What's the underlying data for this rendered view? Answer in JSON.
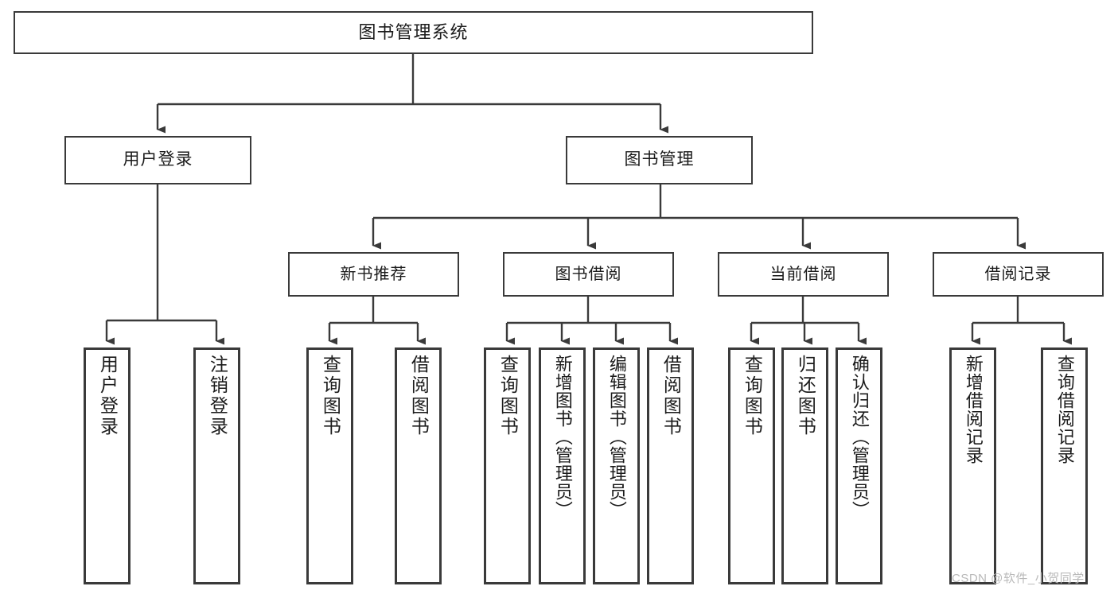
{
  "diagram": {
    "title": "图书管理系统",
    "type": "tree-hierarchy",
    "root": {
      "label": "图书管理系统"
    },
    "level2": [
      {
        "label": "用户登录"
      },
      {
        "label": "图书管理"
      }
    ],
    "level3": [
      {
        "label": "新书推荐"
      },
      {
        "label": "图书借阅"
      },
      {
        "label": "当前借阅"
      },
      {
        "label": "借阅记录"
      }
    ],
    "leaves": {
      "user_login": [
        {
          "label": "用户登录"
        },
        {
          "label": "注销登录"
        }
      ],
      "new_book_recommend": [
        {
          "label": "查询图书"
        },
        {
          "label": "借阅图书"
        }
      ],
      "book_borrow": [
        {
          "label": "查询图书"
        },
        {
          "label": "新增图书（管理员）"
        },
        {
          "label": "编辑图书（管理员）"
        },
        {
          "label": "借阅图书"
        }
      ],
      "current_borrow": [
        {
          "label": "查询图书"
        },
        {
          "label": "归还图书"
        },
        {
          "label": "确认归还（管理员）"
        }
      ],
      "borrow_record": [
        {
          "label": "新增借阅记录"
        },
        {
          "label": "查询借阅记录"
        }
      ]
    }
  },
  "watermark": {
    "text": "CSDN @软件_小贺同学"
  },
  "colors": {
    "box_border": "#3a3a3a",
    "box_fill": "#ffffff",
    "text": "#1b1b1b",
    "edge": "#3a3a3a",
    "watermark": "#b9b9b9",
    "background": "#ffffff"
  }
}
